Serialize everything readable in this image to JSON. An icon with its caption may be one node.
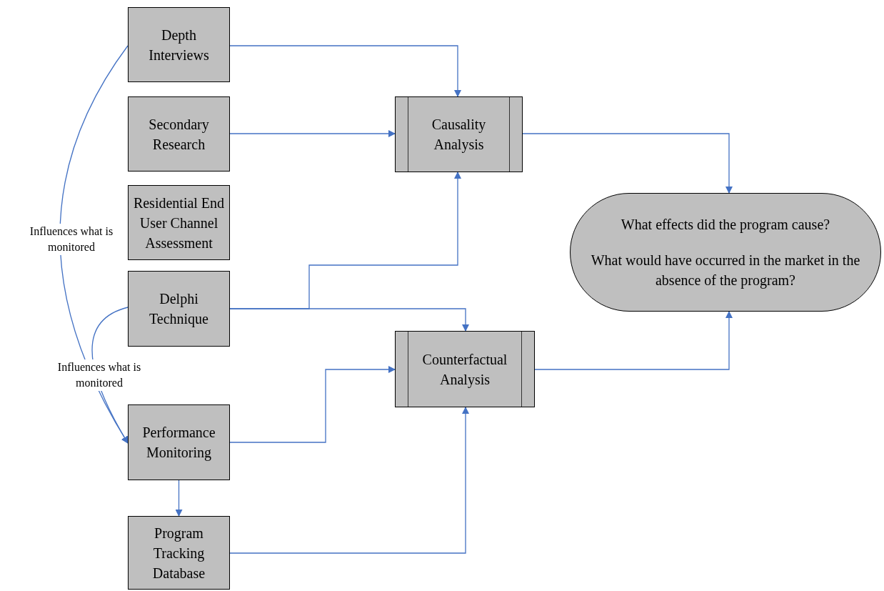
{
  "diagram": {
    "nodes": [
      {
        "text": [
          "Depth Interviews"
        ]
      },
      {
        "text": [
          "Secondary Research"
        ]
      },
      {
        "text": [
          "Residential End User Channel Assessment"
        ]
      },
      {
        "text": [
          "Delphi Technique"
        ]
      },
      {
        "text": [
          "Performance Monitoring"
        ]
      },
      {
        "text": [
          "Program Tracking Database"
        ]
      },
      {
        "text": [
          "Causality Analysis"
        ]
      },
      {
        "text": [
          "Counterfactual Analysis"
        ]
      },
      {
        "text": [
          "What effects did the program cause?",
          "What would have occurred in the market in the absence of the program?"
        ]
      }
    ],
    "edges": [
      {
        "from": 0,
        "to": 6,
        "arrow": "to"
      },
      {
        "from": 1,
        "to": 6,
        "arrow": "to"
      },
      {
        "from": 3,
        "to": 6,
        "arrow": "to"
      },
      {
        "from": 3,
        "to": 7,
        "arrow": "to"
      },
      {
        "from": 4,
        "to": 7,
        "arrow": "to"
      },
      {
        "from": 5,
        "to": 7,
        "arrow": "to"
      },
      {
        "from": 4,
        "to": 5,
        "arrow": "to"
      },
      {
        "from": 6,
        "to": 8,
        "arrow": "to"
      },
      {
        "from": 7,
        "to": 8,
        "arrow": "to"
      },
      {
        "from": 0,
        "to": 4,
        "arrow": "to",
        "label": "Influences what is monitored"
      },
      {
        "from": 3,
        "to": 4,
        "arrow": "to",
        "label": "Influences what is monitored"
      }
    ]
  }
}
